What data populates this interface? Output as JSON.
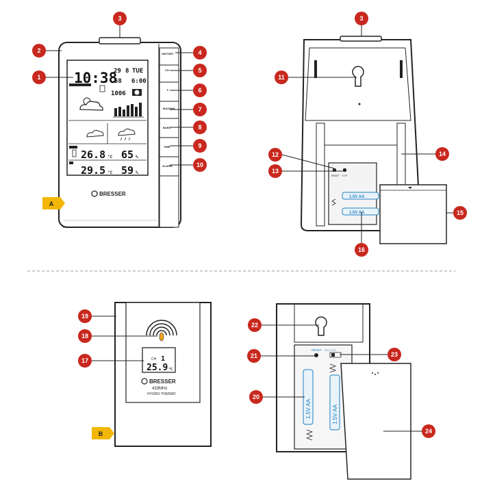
{
  "callouts": [
    "1",
    "2",
    "3",
    "4",
    "5",
    "6",
    "7",
    "8",
    "9",
    "10",
    "11",
    "12",
    "13",
    "14",
    "15",
    "16",
    "17",
    "18",
    "19",
    "20",
    "21",
    "22",
    "23",
    "24"
  ],
  "section_labels": {
    "a": "A",
    "b": "B"
  },
  "colors": {
    "callout": "#c8281e",
    "section_tag": "#f2b705",
    "line": "#222222"
  },
  "base_station": {
    "brand": "BRESSER",
    "time": "10:38",
    "date_day": "29",
    "date_month": "8",
    "weekday": "TUE",
    "seconds": "58",
    "alarm_time": "6:00",
    "pressure": "1006",
    "indoor_temp": "26.8",
    "indoor_hum": "65",
    "outdoor_temp": "29.5",
    "outdoor_hum": "59",
    "temp_unit": "°C",
    "hum_unit": "%",
    "buttons": [
      "HISTORY",
      "CH",
      "▼",
      "MAX/MIN",
      "BARO",
      "TIME",
      "ALARM"
    ],
    "back_labels": {
      "reset": "RESET",
      "unit": "°C/°F"
    },
    "battery_label": "1.5V AA"
  },
  "sensor": {
    "brand": "BRESSER",
    "freq": "433MHz",
    "model": "HYGRO-THERMO",
    "channel_label": "CH",
    "channel": "1",
    "temp": "25.9",
    "temp_unit": "°C",
    "reset_label": "RESET",
    "switch_label": "CH 1 2 3",
    "battery_label": "1.5V AA"
  }
}
